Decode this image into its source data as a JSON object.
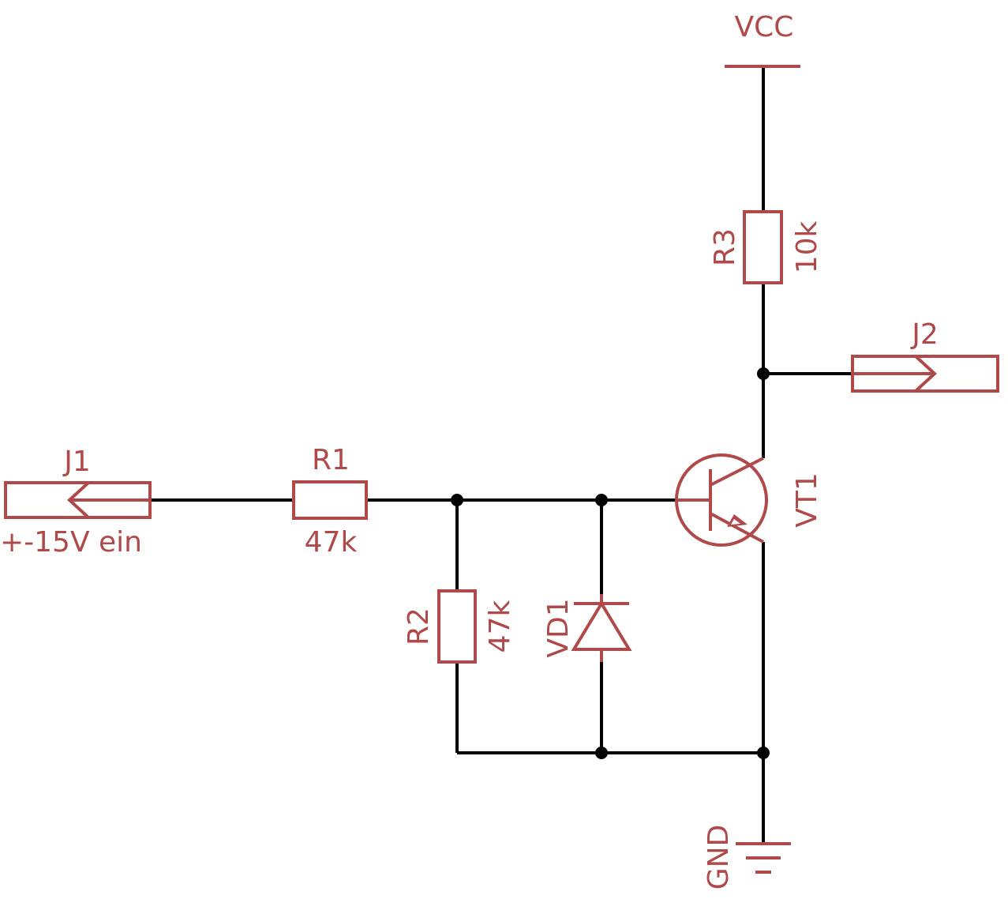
{
  "colors": {
    "symbol": "#b04a4a",
    "wire": "#000000",
    "background": "#ffffff"
  },
  "labels": {
    "vcc": "VCC",
    "gnd": "GND",
    "j1_name": "J1",
    "j1_signal": "+-15V ein",
    "j2_name": "J2",
    "r1_name": "R1",
    "r1_value": "47k",
    "r2_name": "R2",
    "r2_value": "47k",
    "r3_name": "R3",
    "r3_value": "10k",
    "vd1_name": "VD1",
    "vt1_name": "VT1"
  }
}
